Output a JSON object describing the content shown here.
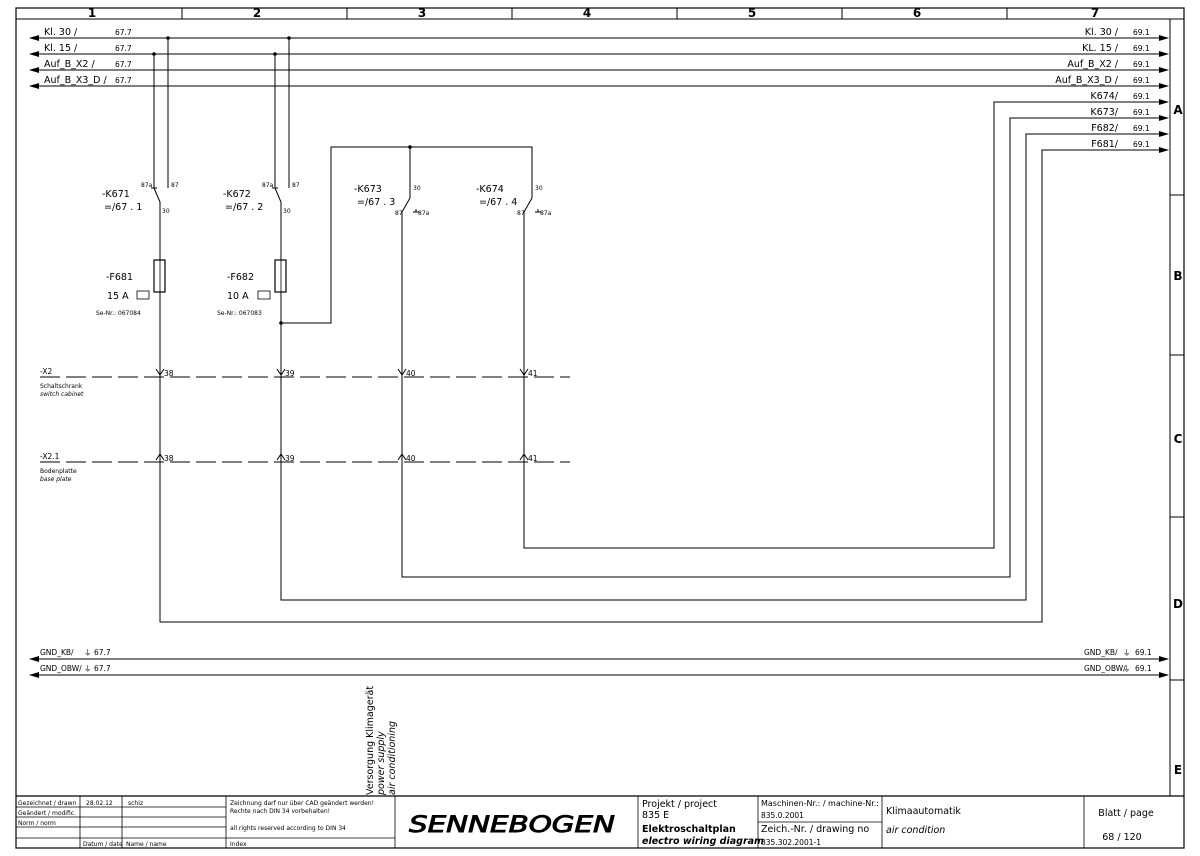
{
  "columns": [
    "1",
    "2",
    "3",
    "4",
    "5",
    "6",
    "7"
  ],
  "rows": [
    "A",
    "B",
    "C",
    "D",
    "E"
  ],
  "rails_left": [
    {
      "name": "Kl. 30 /",
      "ref": "67.7"
    },
    {
      "name": "Kl. 15 /",
      "ref": "67.7"
    },
    {
      "name": "Auf_B_X2 /",
      "ref": "67.7"
    },
    {
      "name": "Auf_B_X3_D /",
      "ref": "67.7"
    }
  ],
  "rails_right": [
    {
      "name": "Kl. 30 /",
      "ref": "69.1"
    },
    {
      "name": "KL. 15 /",
      "ref": "69.1"
    },
    {
      "name": "Auf_B_X2 /",
      "ref": "69.1"
    },
    {
      "name": "Auf_B_X3_D /",
      "ref": "69.1"
    }
  ],
  "outputs": [
    {
      "name": "K674/",
      "ref": "69.1"
    },
    {
      "name": "K673/",
      "ref": "69.1"
    },
    {
      "name": "F682/",
      "ref": "69.1"
    },
    {
      "name": "F681/",
      "ref": "69.1"
    }
  ],
  "relays": [
    {
      "name": "-K671",
      "ref": "=/67 . 1",
      "pin_a": "87a",
      "pin_b": "87",
      "pin_c": "30"
    },
    {
      "name": "-K672",
      "ref": "=/67 . 2",
      "pin_a": "87a",
      "pin_b": "87",
      "pin_c": "30"
    },
    {
      "name": "-K673",
      "ref": "=/67 . 3",
      "pin_a": "30",
      "pin_b": "87",
      "pin_c": "87a"
    },
    {
      "name": "-K674",
      "ref": "=/67 . 4",
      "pin_a": "30",
      "pin_b": "87",
      "pin_c": "87a"
    }
  ],
  "fuses": [
    {
      "name": "-F681",
      "rating": "15 A",
      "part": "Se-Nr.: 067084"
    },
    {
      "name": "-F682",
      "rating": "10 A",
      "part": "Se-Nr.: 067083"
    }
  ],
  "terminals": [
    {
      "name": "-X2",
      "desc_de": "Schaltschrank",
      "desc_en": "switch cabinet",
      "pins": [
        "38",
        "39",
        "40",
        "41"
      ]
    },
    {
      "name": "-X2.1",
      "desc_de": "Bodenplatte",
      "desc_en": "base plate",
      "pins": [
        "38",
        "39",
        "40",
        "41"
      ]
    }
  ],
  "gnd_left": [
    {
      "name": "GND_KB/",
      "ref": "67.7"
    },
    {
      "name": "GND_OBW/",
      "ref": "67.7"
    }
  ],
  "gnd_right": [
    {
      "name": "GND_KB/",
      "ref": "69.1"
    },
    {
      "name": "GND_OBW/",
      "ref": "69.1"
    }
  ],
  "section_label": [
    "Versorgung Klimagerät",
    "power supply",
    "air conditioning"
  ],
  "title_block": {
    "drawn_label": "Gezeichnet / drawn",
    "drawn_date": "28.02.12",
    "drawn_name": "schiz",
    "modif_label": "Geändert / modific.",
    "norm_label": "Norm / norm",
    "date_label": "Datum / date",
    "name_label": "Name / name",
    "copyright_1": "Zeichnung darf nur  über CAD geändert werden!",
    "copyright_2": "Rechte nach DIN 34 vorbehalten!",
    "copyright_3": "all rights reserved according to DIN 34",
    "index_label": "Index",
    "logo": "SENNEBOGEN",
    "project_label": "Projekt / project",
    "project_value": "835 E",
    "doc_de": "Elektroschaltplan",
    "doc_en": "electro wiring diagram",
    "machine_label": "Maschinen-Nr.:  / machine-Nr.:",
    "machine_value": "835.0.2001",
    "drawing_label": "Zeich.-Nr. / drawing no",
    "drawing_value": "835.302.2001-1",
    "sheet_title_de": "Klimaautomatik",
    "sheet_title_en": "air condition",
    "page_label": "Blatt / page",
    "page_value": "68 / 120"
  }
}
